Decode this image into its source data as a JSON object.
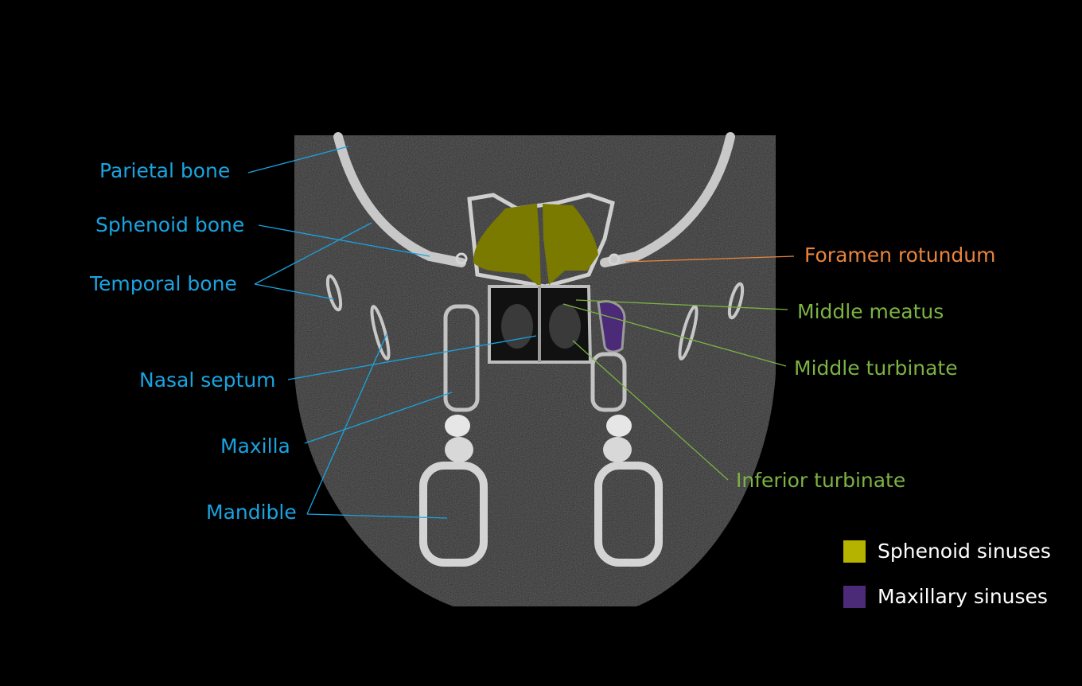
{
  "figure": {
    "type": "annotated coronal CT image",
    "background_color": "#000000"
  },
  "labels_left": [
    {
      "text": "Parietal bone",
      "color": "#1aa3e0"
    },
    {
      "text": "Sphenoid bone",
      "color": "#1aa3e0"
    },
    {
      "text": "Temporal bone",
      "color": "#1aa3e0"
    },
    {
      "text": "Nasal septum",
      "color": "#1aa3e0"
    },
    {
      "text": "Maxilla",
      "color": "#1aa3e0"
    },
    {
      "text": "Mandible",
      "color": "#1aa3e0"
    }
  ],
  "labels_right": [
    {
      "text": "Foramen rotundum",
      "color": "#e8843c"
    },
    {
      "text": "Middle meatus",
      "color": "#7cb342"
    },
    {
      "text": "Middle turbinate",
      "color": "#7cb342"
    },
    {
      "text": "Inferior turbinate",
      "color": "#7cb342"
    }
  ],
  "legend": [
    {
      "label": "Sphenoid sinuses",
      "color": "#b5b200"
    },
    {
      "label": "Maxillary sinuses",
      "color": "#4b2a78"
    }
  ]
}
